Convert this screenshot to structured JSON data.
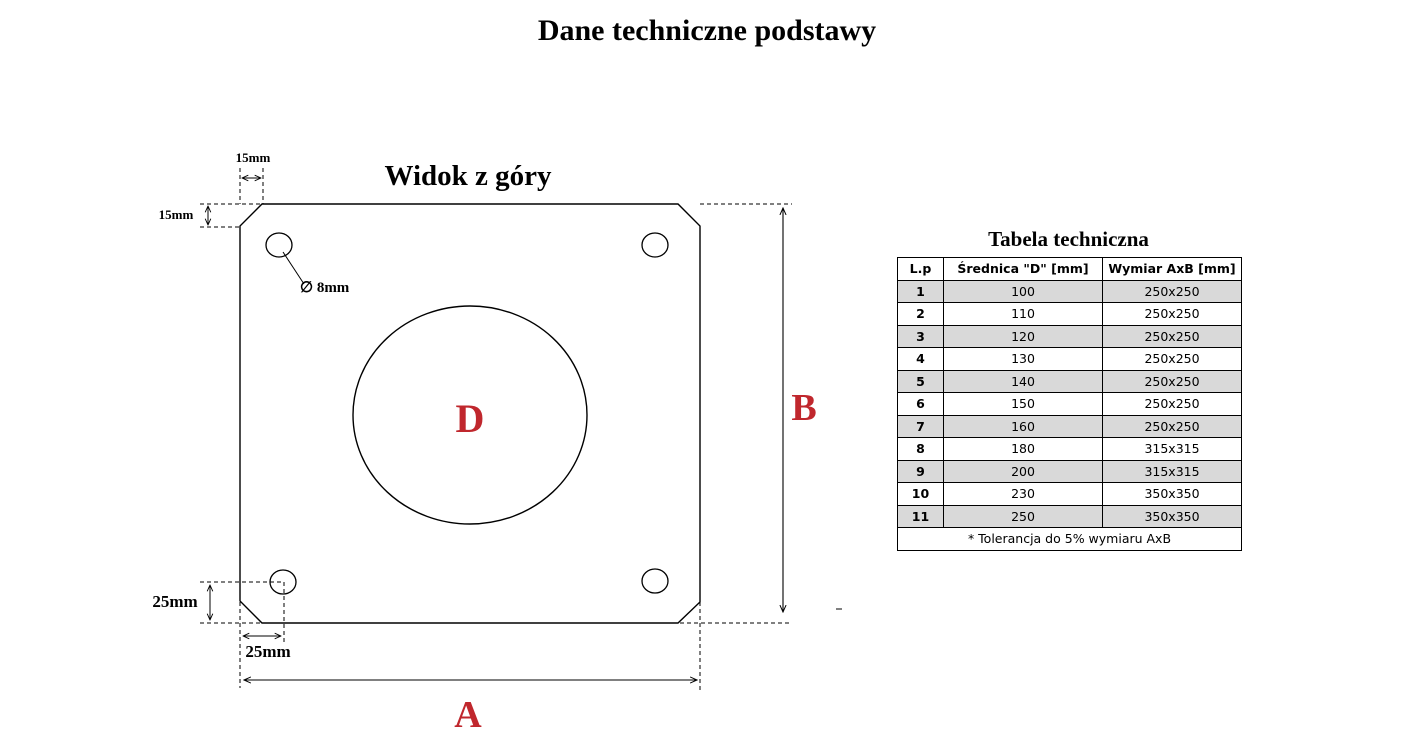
{
  "page_title": "Dane techniczne podstawy",
  "drawing": {
    "view_title": "Widok z góry",
    "label_center": "D",
    "label_width": "A",
    "label_height": "B",
    "dim_top_corner_h": "15mm",
    "dim_top_corner_v": "15mm",
    "dim_hole": "∅ 8mm",
    "dim_bottom_corner_v": "25mm",
    "dim_bottom_corner_h": "25mm",
    "label_color": "#c0272d"
  },
  "table": {
    "title": "Tabela techniczna",
    "headers": [
      "L.p",
      "Średnica \"D\" [mm]",
      "Wymiar AxB [mm]"
    ],
    "rows": [
      [
        "1",
        "100",
        "250x250"
      ],
      [
        "2",
        "110",
        "250x250"
      ],
      [
        "3",
        "120",
        "250x250"
      ],
      [
        "4",
        "130",
        "250x250"
      ],
      [
        "5",
        "140",
        "250x250"
      ],
      [
        "6",
        "150",
        "250x250"
      ],
      [
        "7",
        "160",
        "250x250"
      ],
      [
        "8",
        "180",
        "315x315"
      ],
      [
        "9",
        "200",
        "315x315"
      ],
      [
        "10",
        "230",
        "350x350"
      ],
      [
        "11",
        "250",
        "350x350"
      ]
    ],
    "note": "* Tolerancja do 5% wymiaru AxB"
  }
}
